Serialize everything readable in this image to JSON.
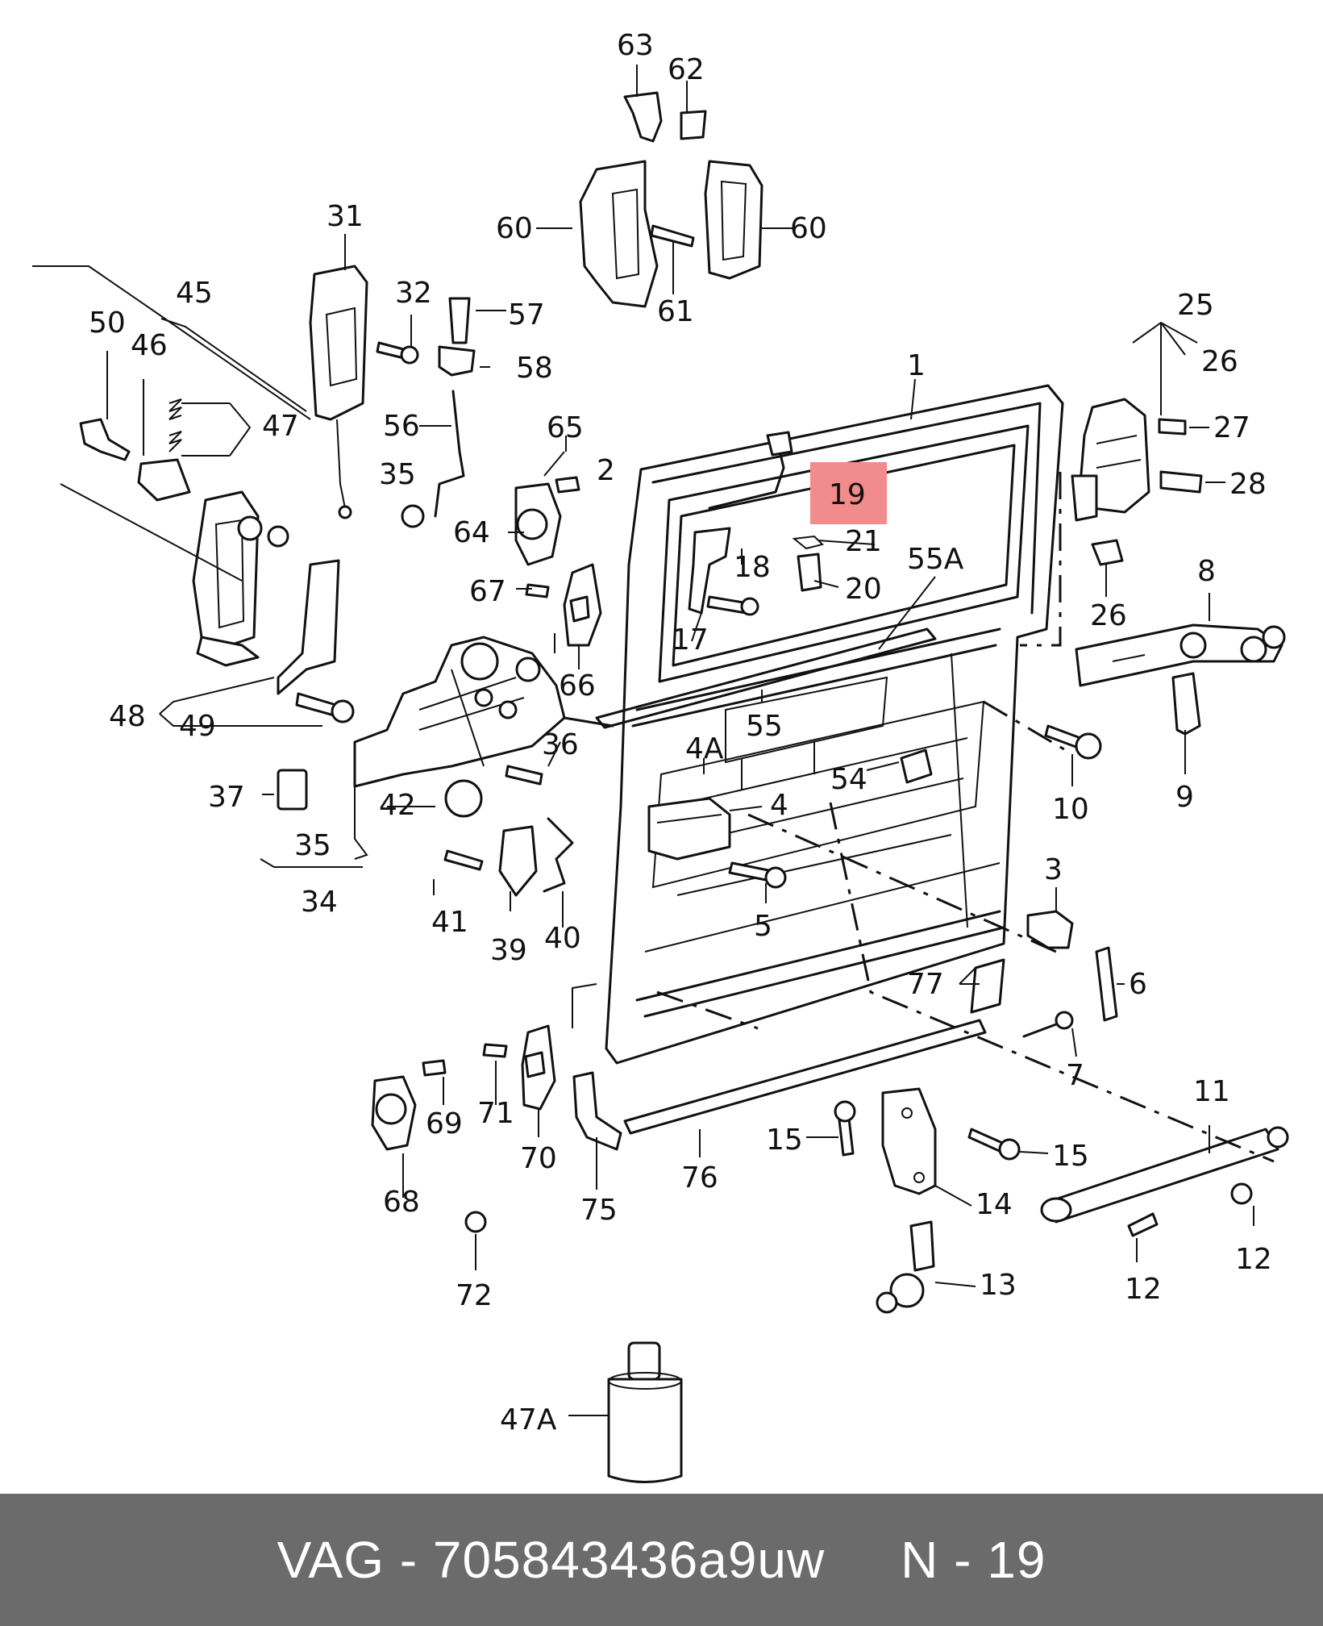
{
  "diagram": {
    "callouts": [
      "1",
      "2",
      "3",
      "4",
      "4A",
      "5",
      "6",
      "7",
      "8",
      "9",
      "10",
      "11",
      "12",
      "12",
      "13",
      "14",
      "15",
      "15",
      "17",
      "18",
      "19",
      "20",
      "21",
      "25",
      "26",
      "26",
      "27",
      "28",
      "31",
      "32",
      "34",
      "35",
      "35",
      "36",
      "37",
      "39",
      "40",
      "41",
      "42",
      "45",
      "46",
      "47",
      "47A",
      "48",
      "49",
      "50",
      "54",
      "55",
      "55A",
      "56",
      "57",
      "58",
      "60",
      "60",
      "61",
      "62",
      "63",
      "64",
      "65",
      "66",
      "67",
      "68",
      "69",
      "70",
      "71",
      "72",
      "75",
      "76",
      "77"
    ],
    "highlighted": "19",
    "highlight_color": "#f28b8b"
  },
  "footer": {
    "brand": "VAG",
    "separator": " - ",
    "part_number": "705843436a9uw",
    "position": "N - 19",
    "background": "#6b6b6b"
  }
}
